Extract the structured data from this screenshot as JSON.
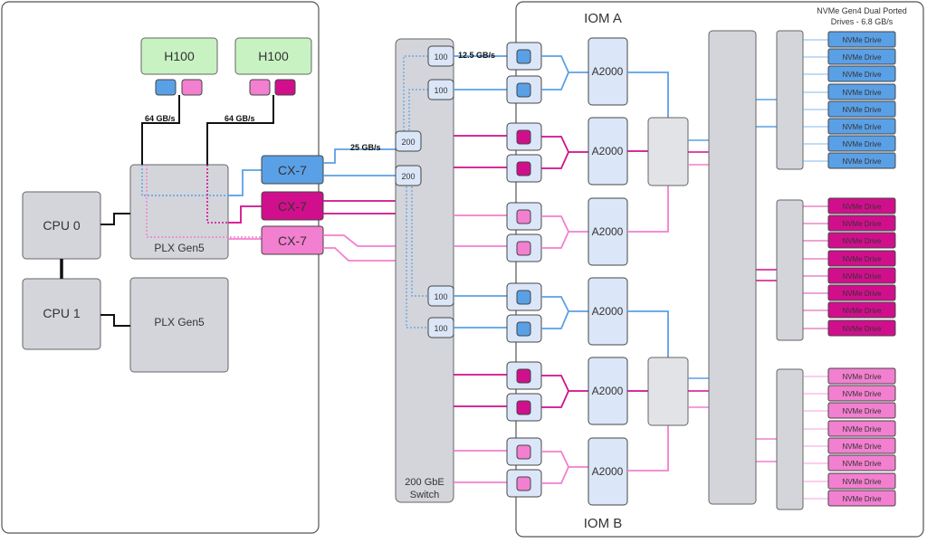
{
  "server": {
    "cpu0": "CPU 0",
    "cpu1": "CPU 1",
    "plx_top": "PLX Gen5",
    "plx_bottom": "PLX Gen5",
    "gpu_left": "H100",
    "gpu_right": "H100",
    "gpu_link_left": "64 GB/s",
    "gpu_link_right": "64 GB/s",
    "nic_top": "CX-7",
    "nic_mid": "CX-7",
    "nic_bottom": "CX-7"
  },
  "switch": {
    "label_line1": "200 GbE",
    "label_line2": "Switch",
    "port_100": "100",
    "port_200": "200",
    "link_25": "25 GB/s",
    "link_12_5": "12.5 GB/s"
  },
  "storage": {
    "iom_a": "IOM A",
    "iom_b": "IOM B",
    "controller": "A2000",
    "drive": "NVMe Drive",
    "drives_title_line1": "NVMe Gen4 Dual Ported",
    "drives_title_line2": "Drives - 6.8 GB/s"
  },
  "colors": {
    "blue": "#5aa0e6",
    "magenta": "#d10f8c",
    "pink": "#f27fcf",
    "gray_box": "#d3d5db",
    "a2000_fill": "#dbe7f8",
    "gpu_fill": "#c8f2c2"
  }
}
